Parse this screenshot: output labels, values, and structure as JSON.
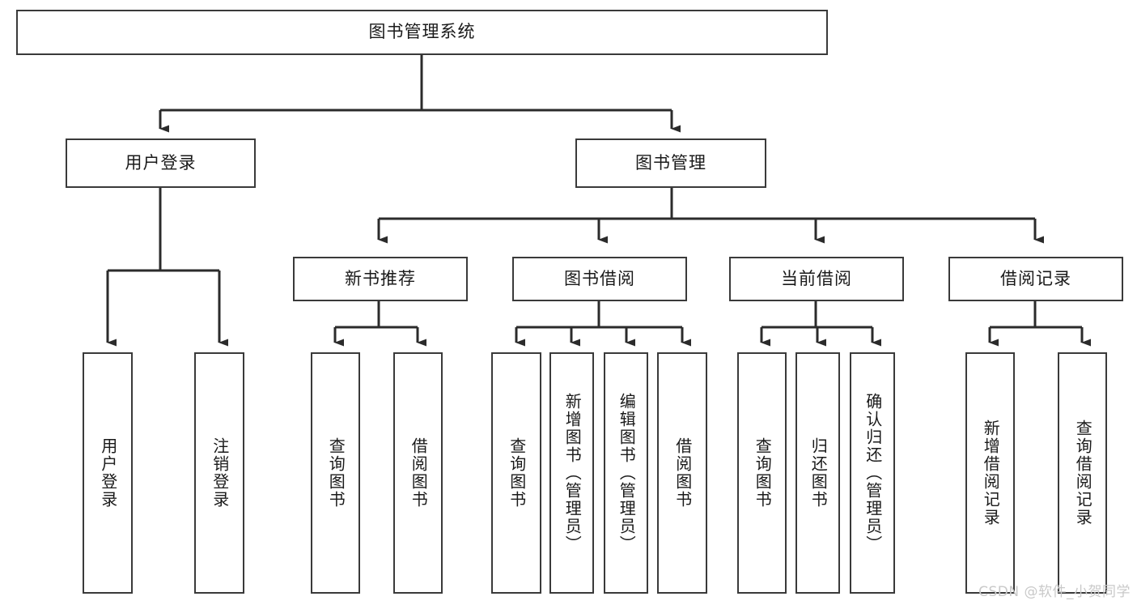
{
  "diagram": {
    "type": "tree",
    "title": "图书管理系统",
    "orientation": "top-down",
    "watermark": "CSDN @软件_小贺同学",
    "colors": {
      "box_border": "#3a3a3a",
      "box_fill": "#ffffff",
      "connector": "#2b2b2b",
      "text": "#1a1a1a",
      "watermark": "#c9c9c9",
      "background": "#ffffff"
    },
    "nodes": {
      "root": {
        "label": "图书管理系统",
        "level": 1,
        "orientation": "horizontal"
      },
      "l2": [
        {
          "id": "user-login",
          "label": "用户登录",
          "orientation": "horizontal"
        },
        {
          "id": "book-manage",
          "label": "图书管理",
          "orientation": "horizontal"
        }
      ],
      "l3": [
        {
          "id": "new-book-rec",
          "label": "新书推荐",
          "parent": "book-manage",
          "orientation": "horizontal"
        },
        {
          "id": "book-borrow",
          "label": "图书借阅",
          "parent": "book-manage",
          "orientation": "horizontal"
        },
        {
          "id": "current-borrow",
          "label": "当前借阅",
          "parent": "book-manage",
          "orientation": "horizontal"
        },
        {
          "id": "borrow-record",
          "label": "借阅记录",
          "parent": "book-manage",
          "orientation": "horizontal"
        }
      ],
      "leaves": [
        {
          "id": "leaf-user-login",
          "label": "用户登录",
          "parent": "user-login",
          "orientation": "vertical"
        },
        {
          "id": "leaf-user-logout",
          "label": "注销登录",
          "parent": "user-login",
          "orientation": "vertical"
        },
        {
          "id": "leaf-query-book-1",
          "label": "查询图书",
          "parent": "new-book-rec",
          "orientation": "vertical"
        },
        {
          "id": "leaf-borrow-book-1",
          "label": "借阅图书",
          "parent": "new-book-rec",
          "orientation": "vertical"
        },
        {
          "id": "leaf-query-book-2",
          "label": "查询图书",
          "parent": "book-borrow",
          "orientation": "vertical"
        },
        {
          "id": "leaf-add-book",
          "label": "新增图书（管理员）",
          "parent": "book-borrow",
          "orientation": "vertical"
        },
        {
          "id": "leaf-edit-book",
          "label": "编辑图书（管理员）",
          "parent": "book-borrow",
          "orientation": "vertical"
        },
        {
          "id": "leaf-borrow-book-2",
          "label": "借阅图书",
          "parent": "book-borrow",
          "orientation": "vertical"
        },
        {
          "id": "leaf-query-book-3",
          "label": "查询图书",
          "parent": "current-borrow",
          "orientation": "vertical"
        },
        {
          "id": "leaf-return-book",
          "label": "归还图书",
          "parent": "current-borrow",
          "orientation": "vertical"
        },
        {
          "id": "leaf-confirm-return",
          "label": "确认归还（管理员）",
          "parent": "current-borrow",
          "orientation": "vertical"
        },
        {
          "id": "leaf-add-record",
          "label": "新增借阅记录",
          "parent": "borrow-record",
          "orientation": "vertical"
        },
        {
          "id": "leaf-query-record",
          "label": "查询借阅记录",
          "parent": "borrow-record",
          "orientation": "vertical"
        }
      ]
    }
  }
}
